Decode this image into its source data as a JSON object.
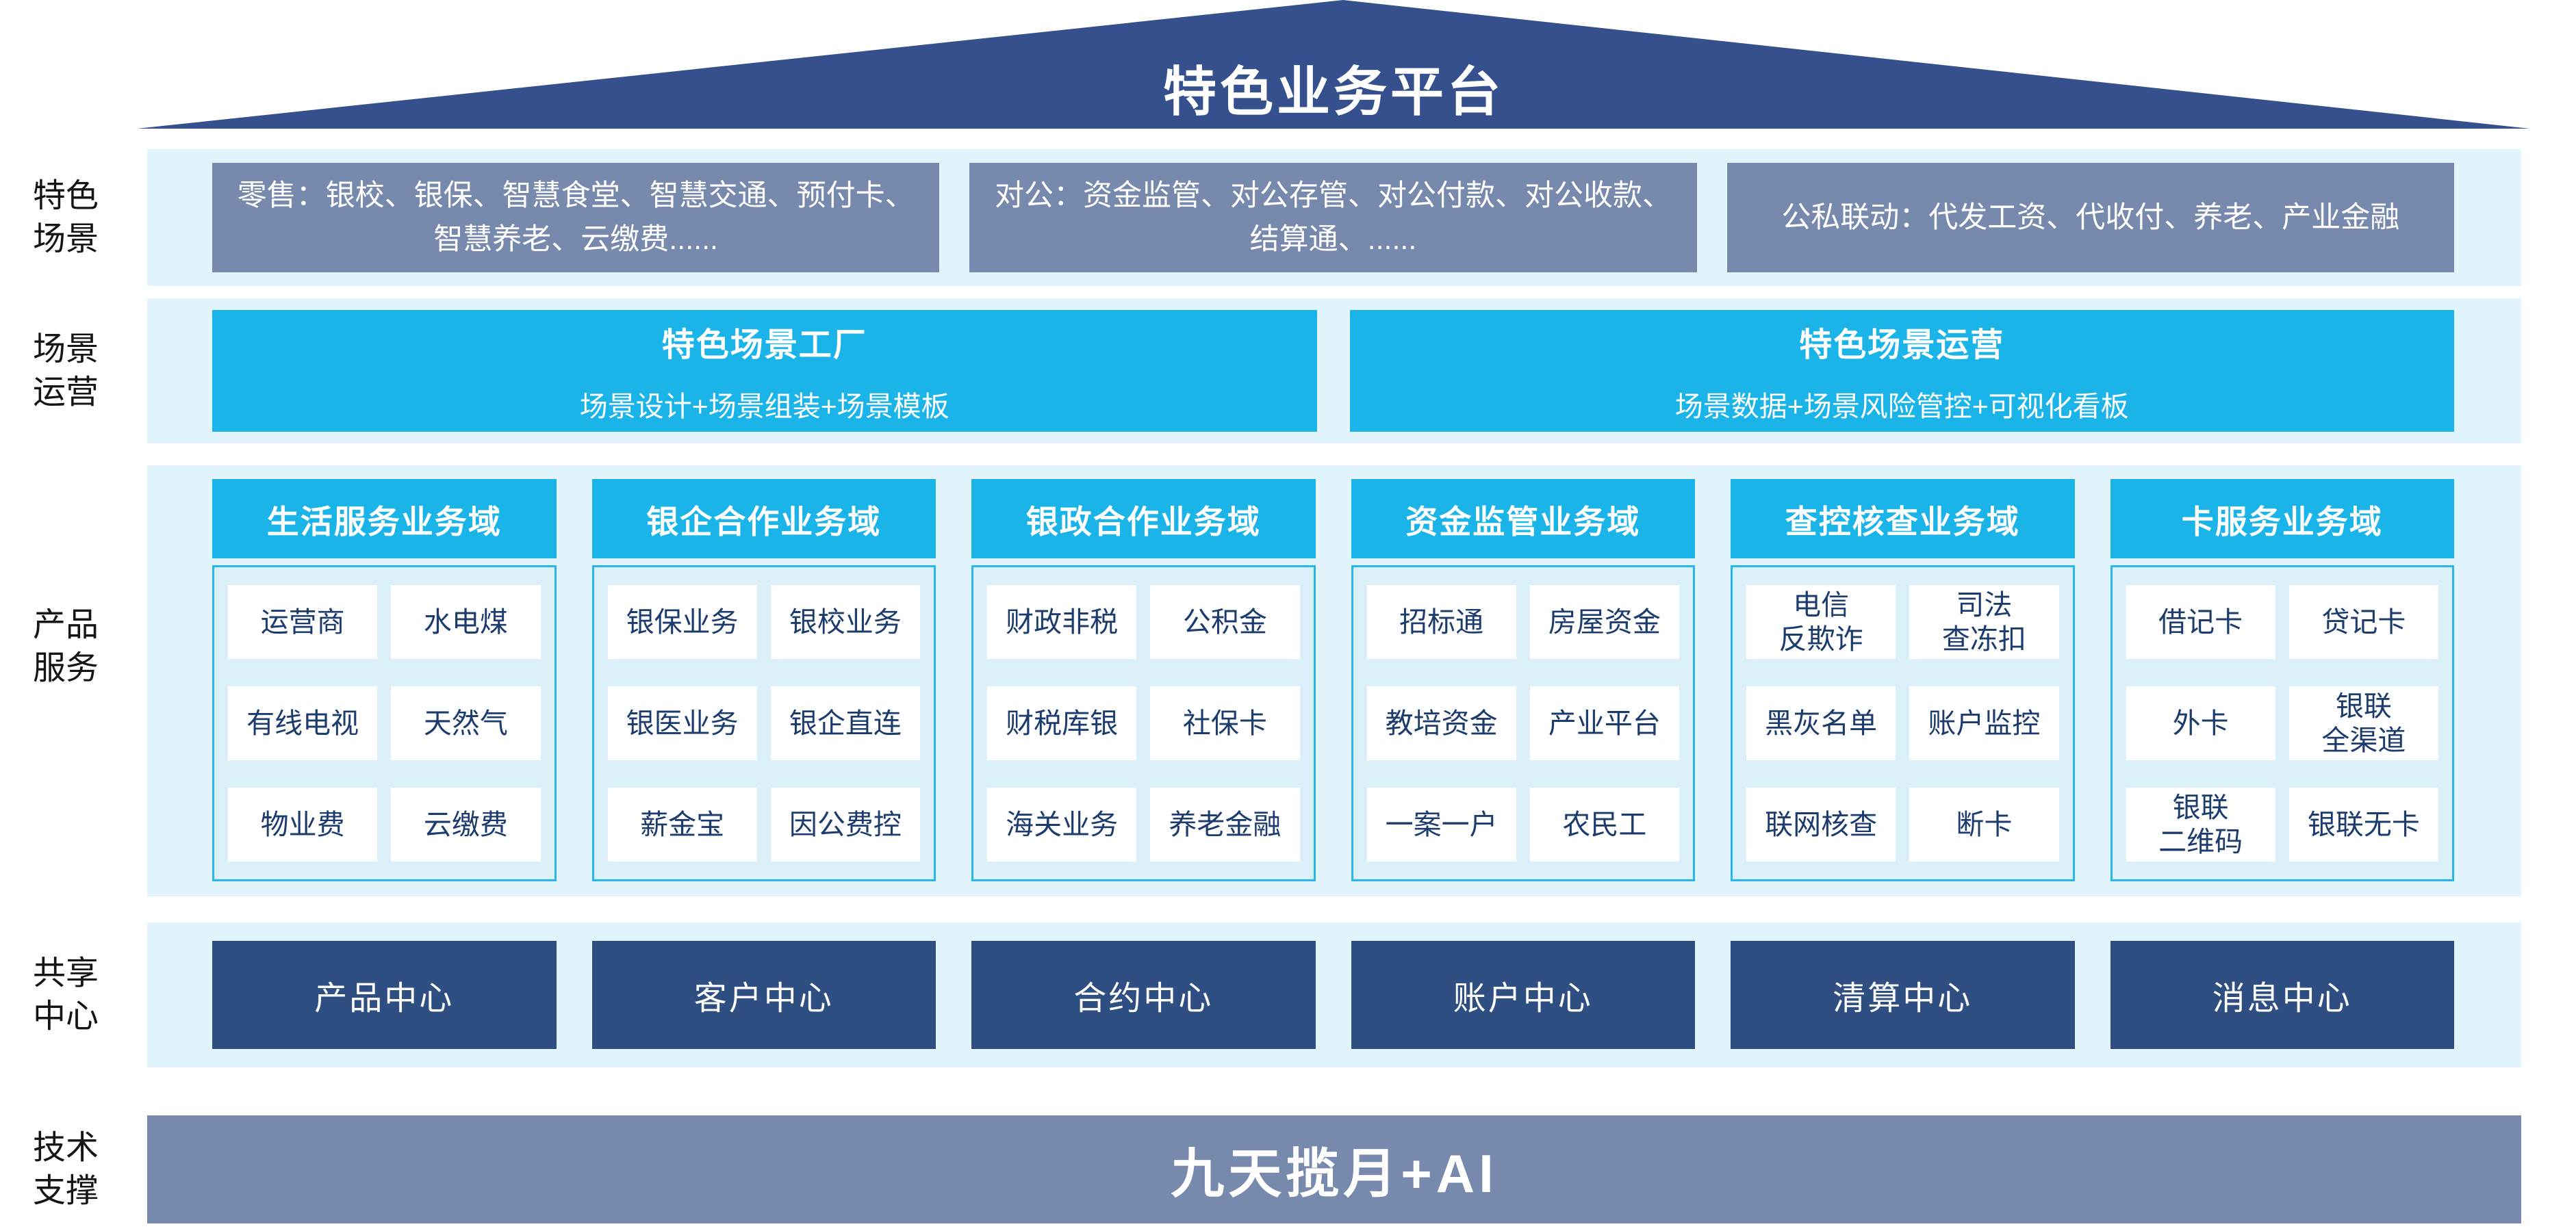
{
  "roof_title": "特色业务平台",
  "side_labels": [
    "特色\n场景",
    "场景\n运营",
    "产品\n服务",
    "共享\n中心",
    "技术\n支撑"
  ],
  "scene_boxes": [
    "零售：银校、银保、智慧食堂、智慧交通、预付卡、智慧养老、云缴费......",
    "对公：资金监管、对公存管、对公付款、对公收款、结算通、......",
    "公私联动：代发工资、代收付、养老、产业金融"
  ],
  "operation_boxes": [
    {
      "title": "特色场景工厂",
      "subtitle": "场景设计+场景组装+场景模板"
    },
    {
      "title": "特色场景运营",
      "subtitle": "场景数据+场景风险管控+可视化看板"
    }
  ],
  "product_columns": [
    {
      "title": "生活服务业务域",
      "cells": [
        "运营商",
        "水电煤",
        "有线电视",
        "天然气",
        "物业费",
        "云缴费"
      ]
    },
    {
      "title": "银企合作业务域",
      "cells": [
        "银保业务",
        "银校业务",
        "银医业务",
        "银企直连",
        "薪金宝",
        "因公费控"
      ]
    },
    {
      "title": "银政合作业务域",
      "cells": [
        "财政非税",
        "公积金",
        "财税库银",
        "社保卡",
        "海关业务",
        "养老金融"
      ]
    },
    {
      "title": "资金监管业务域",
      "cells": [
        "招标通",
        "房屋资金",
        "教培资金",
        "产业平台",
        "一案一户",
        "农民工"
      ]
    },
    {
      "title": "查控核查业务域",
      "cells": [
        "电信\n反欺诈",
        "司法\n查冻扣",
        "黑灰名单",
        "账户监控",
        "联网核查",
        "断卡"
      ]
    },
    {
      "title": "卡服务业务域",
      "cells": [
        "借记卡",
        "贷记卡",
        "外卡",
        "银联\n全渠道",
        "银联\n二维码",
        "银联无卡"
      ]
    }
  ],
  "share_centers": [
    "产品中心",
    "客户中心",
    "合约中心",
    "账户中心",
    "清算中心",
    "消息中心"
  ],
  "tech_support_title": "九天揽月+AI",
  "colors": {
    "roof_navy": "#35508D",
    "band_bg": "#E3F5FC",
    "slate_box": "#7789AC",
    "cyan": "#1BB4E9",
    "card_body_bg": "#DCF0FA",
    "card_border": "#29B7EA",
    "cell_text_navy": "#1C3C6E",
    "center_navy": "#2F4E82"
  }
}
